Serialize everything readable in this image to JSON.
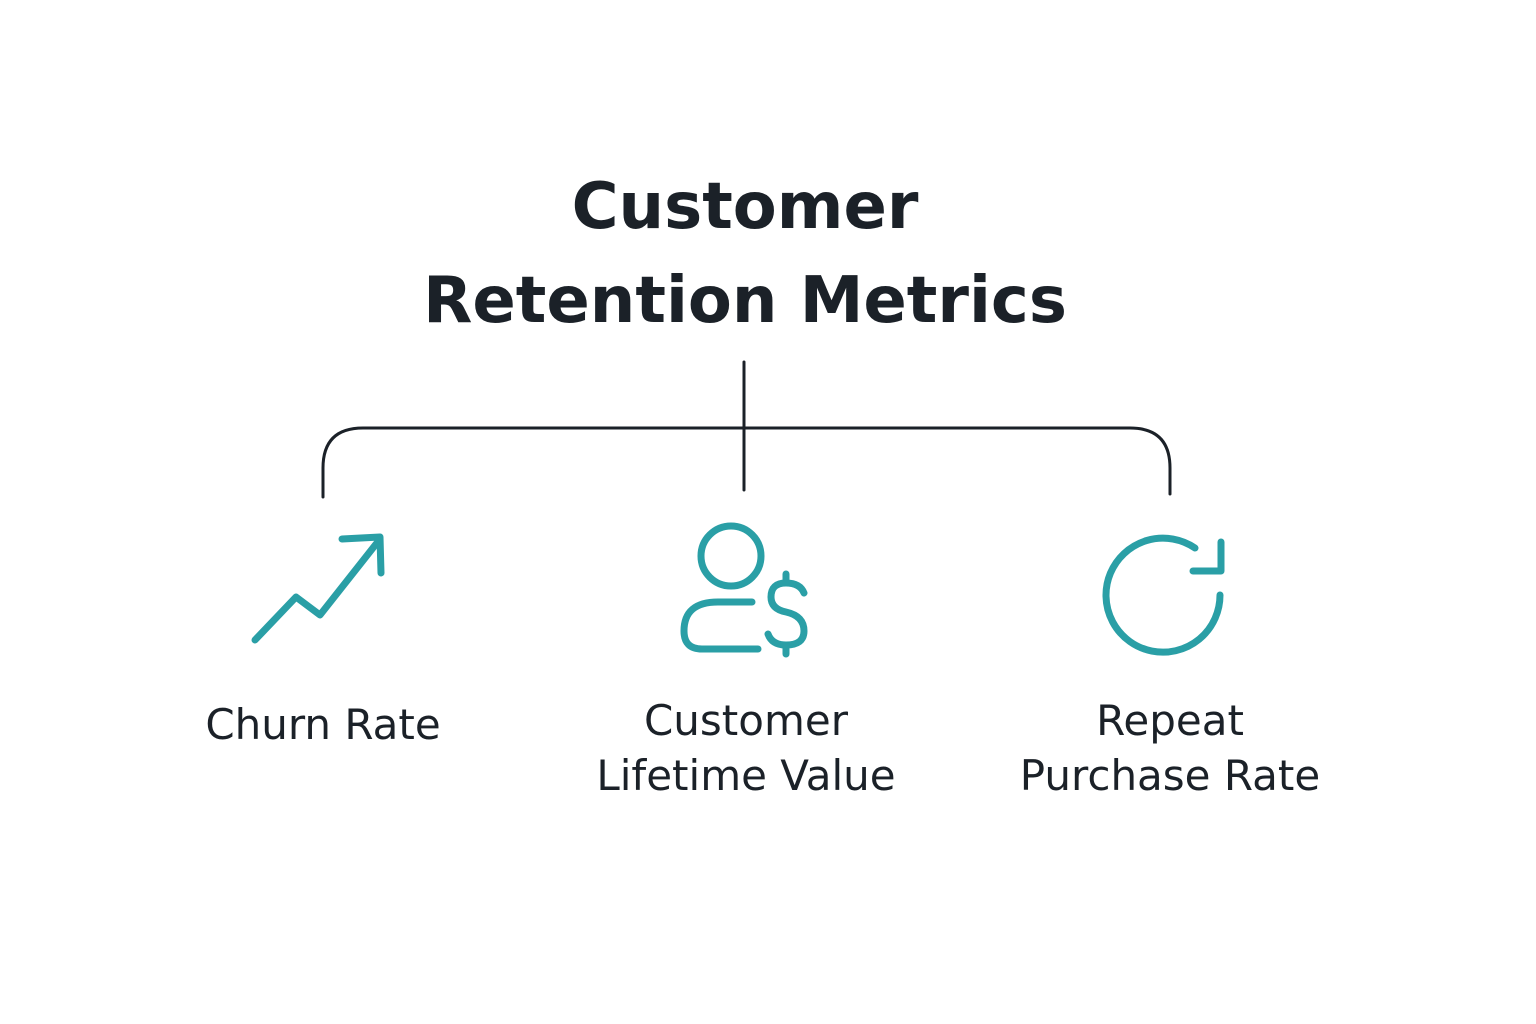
{
  "diagram": {
    "title_line1": "Customer",
    "title_line2": "Retention Metrics",
    "accent_color": "#2a9fa6",
    "line_color": "#1b2128",
    "nodes": [
      {
        "icon": "trend-up-arrow-icon",
        "label_lines": [
          "Churn Rate"
        ]
      },
      {
        "icon": "user-dollar-icon",
        "label_lines": [
          "Customer",
          "Lifetime Value"
        ]
      },
      {
        "icon": "refresh-cycle-icon",
        "label_lines": [
          "Repeat",
          "Purchase Rate"
        ]
      }
    ]
  }
}
